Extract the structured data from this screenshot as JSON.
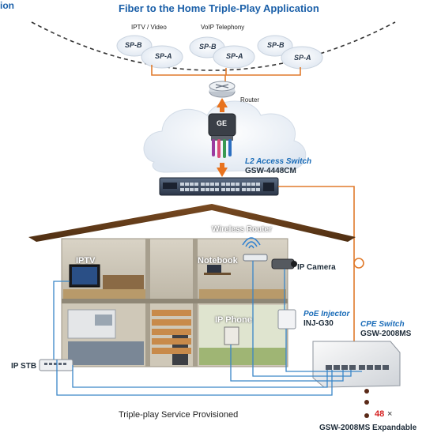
{
  "corner_fragment": "ion",
  "title": "Fiber to the Home Triple-Play Application",
  "services": [
    {
      "label": "IPTV / Video",
      "sp_b": "SP-B",
      "sp_a": "SP-A"
    },
    {
      "label": "VoIP Telephony",
      "sp_b": "SP-B",
      "sp_a": "SP-A"
    },
    {
      "label": "",
      "sp_b": "SP-B",
      "sp_a": "SP-A"
    }
  ],
  "router": {
    "label": "Router"
  },
  "ge_badge": "GE",
  "l2_switch": {
    "role": "L2 Access Switch",
    "model": "GSW-4448CM"
  },
  "rooms": {
    "wireless_router": "Wireless Router",
    "iptv": "IPTV",
    "notebook": "Notebook",
    "ip_camera": "IP Camera",
    "ip_phone": "IP Phone",
    "ip_stb": "IP STB"
  },
  "poe_injector": {
    "role": "PoE Injector",
    "model": "INJ-G30"
  },
  "cpe_switch": {
    "role": "CPE Switch",
    "model": "GSW-2008MS"
  },
  "footer": {
    "caption": "Triple-play Service Provisioned"
  },
  "expandable": {
    "count": "48",
    "times": "×",
    "model": "GSW-2008MS Expandable"
  },
  "colors": {
    "title_blue": "#1a5fa8",
    "link_orange": "#e07a2b",
    "link_blue": "#3a86c8",
    "arrow_orange": "#e8731e"
  }
}
